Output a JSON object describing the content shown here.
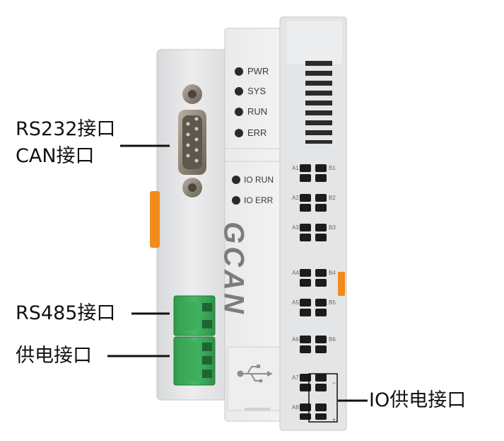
{
  "callouts": {
    "rs232": "RS232接口",
    "can": "CAN接口",
    "rs485": "RS485接口",
    "power": "供电接口",
    "io_power": "IO供电接口"
  },
  "leds": {
    "pwr": "PWR",
    "sys": "SYS",
    "run": "RUN",
    "err": "ERR",
    "io_run": "IO RUN",
    "io_err": "IO ERR"
  },
  "brand": "GCAN",
  "terminals": {
    "a1": "A1",
    "b1": "B1",
    "a2": "A2",
    "b2": "B2",
    "a3": "A3",
    "b3": "B3",
    "a4": "A4",
    "b4": "B4",
    "a5": "A5",
    "b5": "B5",
    "a6": "A6",
    "b6": "B6",
    "a7": "A7",
    "a8": "A8"
  },
  "colors": {
    "housing": "#e6e7e8",
    "housing_shadow": "#c9cacc",
    "connector_green": "#3fae5c",
    "accent_orange": "#f28a1c",
    "led_off": "#2a2a2a"
  },
  "icons": {
    "usb": "usb-icon"
  }
}
